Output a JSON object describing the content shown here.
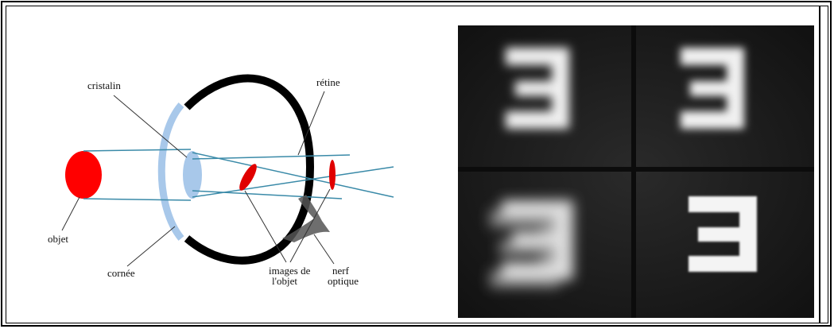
{
  "diagram": {
    "labels": {
      "cristalin": "cristalin",
      "retine": "rétine",
      "objet": "objet",
      "cornee": "cornée",
      "images_line1": "images de",
      "images_line2": "l'objet",
      "nerf_line1": "nerf",
      "nerf_line2": "optique"
    },
    "colors": {
      "object": "#ff0000",
      "lens": "#a8c8ea",
      "cornea": "#a8c8ea",
      "eyeball": "#000000",
      "rays": "#3a8aa8",
      "image": "#e00000",
      "nerve": "#555555"
    }
  },
  "photo": {
    "letter_glyph": "E (mirrored) — four blur states",
    "background_color": "#1a1a1a",
    "glyph_color": "#f0f0f0"
  }
}
